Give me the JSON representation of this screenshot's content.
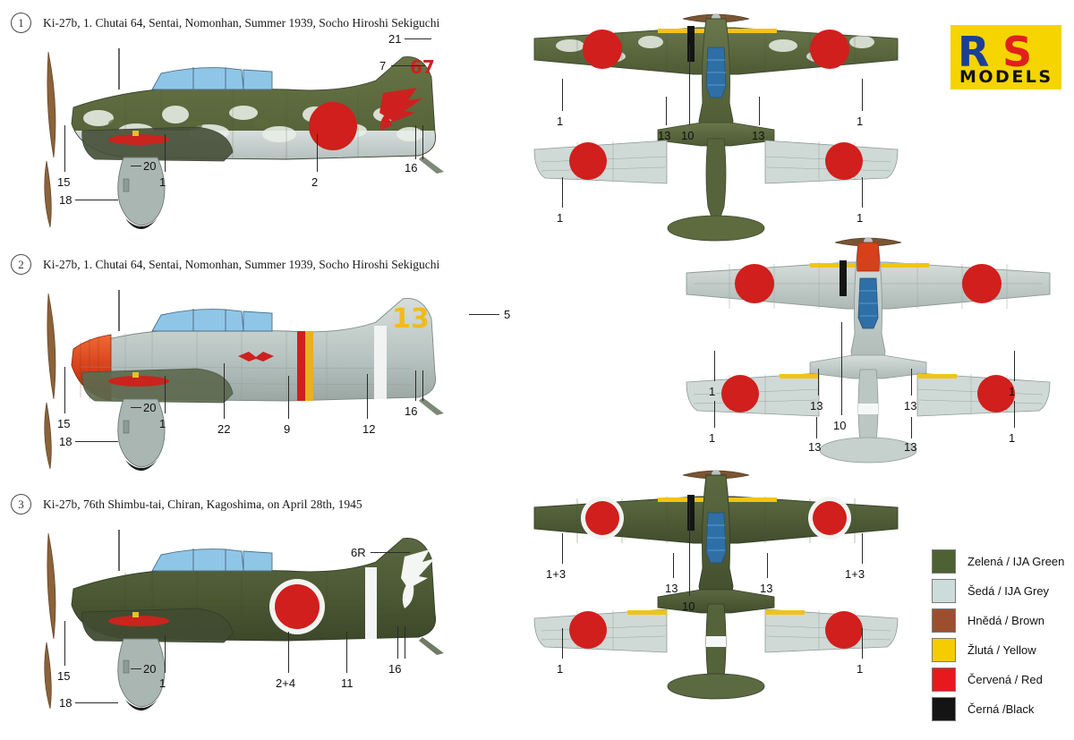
{
  "sheet": {
    "brand": {
      "r": "R",
      "s": "S",
      "models": "MODELS"
    }
  },
  "profiles": [
    {
      "index": "1",
      "caption": "Ki-27b, 1. Chutai 64, Sentai, Nomonhan, Summer 1939, Socho Hiroshi Sekiguchi",
      "tail_code": "67",
      "side_callouts": [
        "21",
        "7",
        "16",
        "15",
        "18",
        "20",
        "1",
        "2"
      ],
      "top_callouts": [
        "1",
        "13",
        "10",
        "13",
        "1"
      ],
      "bottom_callouts": [
        "1",
        "1"
      ],
      "scheme": {
        "upper": "#5d6b3e",
        "lower": "#c9d4d2",
        "mottle": "#e8eee6"
      }
    },
    {
      "index": "2",
      "caption": "Ki-27b, 1. Chutai 64, Sentai, Nomonhan, Summer 1939, Socho Hiroshi Sekiguchi",
      "tail_code": "13",
      "side_callouts": [
        "5",
        "15",
        "18",
        "20",
        "1",
        "22",
        "9",
        "12",
        "16"
      ],
      "top_callouts": [
        "1",
        "13",
        "10",
        "13",
        "1"
      ],
      "bottom_callouts": [
        "1",
        "13",
        "13",
        "1"
      ],
      "scheme": {
        "upper": "#b9c6c4",
        "lower": "#c9d4d2",
        "cowl": "#d94016"
      }
    },
    {
      "index": "3",
      "caption": "Ki-27b, 76th Shimbu-tai, Chiran, Kagoshima, on April 28th, 1945",
      "tail_code": "6R",
      "side_callouts": [
        "6R",
        "15",
        "18",
        "20",
        "1",
        "2+4",
        "11",
        "16"
      ],
      "top_callouts": [
        "1+3",
        "13",
        "10",
        "13",
        "1+3"
      ],
      "bottom_callouts": [
        "1",
        "1"
      ],
      "scheme": {
        "upper": "#4e5c36",
        "lower": "#c9d4d2"
      }
    }
  ],
  "legend": {
    "items": [
      {
        "label": "Zelená / IJA Green",
        "color": "#4e6133"
      },
      {
        "label": "Šedá / IJA Grey",
        "color": "#ccdcdb"
      },
      {
        "label": "Hnědá / Brown",
        "color": "#9c4f2e"
      },
      {
        "label": "Žlutá / Yellow",
        "color": "#f5cc00"
      },
      {
        "label": "Červená / Red",
        "color": "#e8191c"
      },
      {
        "label": "Černá /Black",
        "color": "#141414"
      }
    ]
  }
}
